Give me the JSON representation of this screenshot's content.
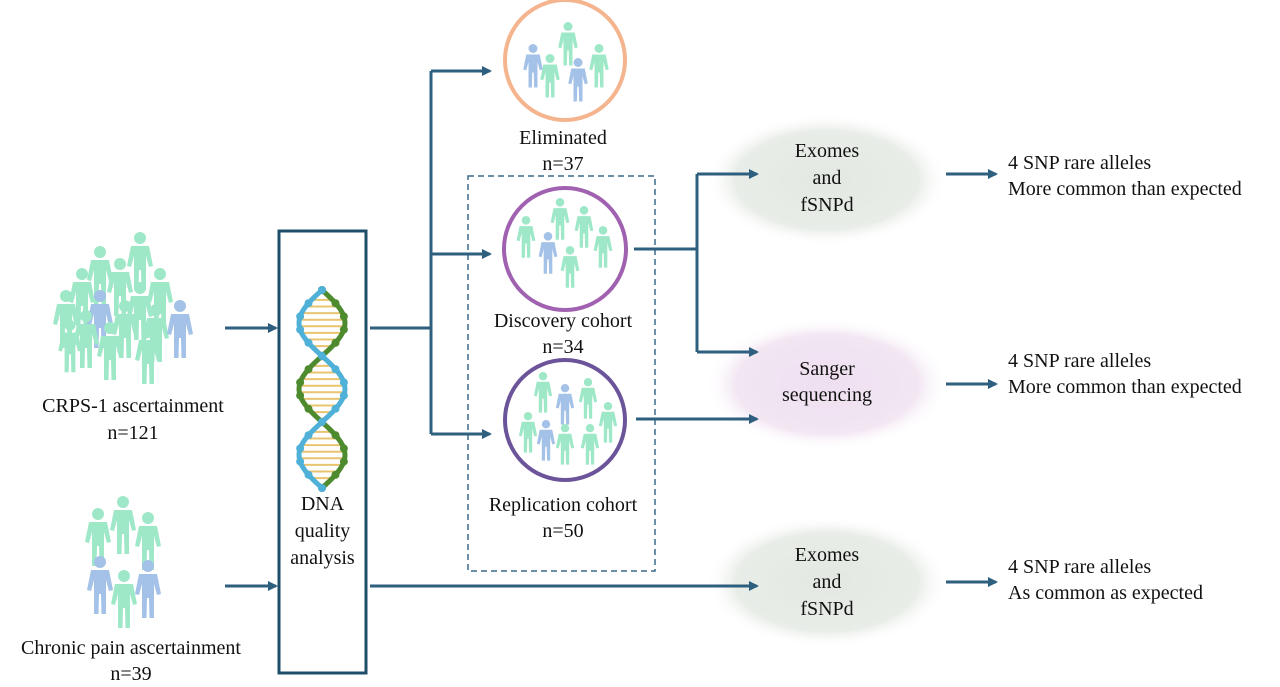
{
  "groups": {
    "crps": {
      "title": "CRPS-1 ascertainment",
      "count": "n=121"
    },
    "chronic": {
      "title": "Chronic pain ascertainment",
      "count": "n=39"
    }
  },
  "qc_box": {
    "line1": "DNA",
    "line2": "quality",
    "line3": "analysis"
  },
  "cohorts": {
    "eliminated": {
      "title": "Eliminated",
      "count": "n=37"
    },
    "discovery": {
      "title": "Discovery cohort",
      "count": "n=34"
    },
    "replication": {
      "title": "Replication cohort",
      "count": "n=50"
    }
  },
  "methods": {
    "exomes_top": {
      "line1": "Exomes",
      "line2": "and",
      "line3": "fSNPd"
    },
    "sanger": {
      "line1": "Sanger",
      "line2": "sequencing"
    },
    "exomes_bottom": {
      "line1": "Exomes",
      "line2": "and",
      "line3": "fSNPd"
    }
  },
  "results": {
    "top": {
      "line1": "4 SNP rare alleles",
      "line2": "More common than expected"
    },
    "middle": {
      "line1": "4 SNP rare alleles",
      "line2": "More common than expected"
    },
    "bottom": {
      "line1": "4 SNP rare alleles",
      "line2": "As common as expected"
    }
  },
  "colors": {
    "arrow": "#2e5f7e",
    "box_border": "#1f4e6b",
    "person_green": "#9ee8c8",
    "person_blue": "#a4c2e8",
    "eliminated_ring": "#f4b48e",
    "discovery_ring": "#a061b0",
    "replication_ring": "#6b5499",
    "exomes_fill": "#e3e8e2",
    "sanger_fill": "#eedff0",
    "dna_green": "#4e8a2e",
    "dna_blue": "#4fb0d8",
    "dna_rung": "#e8c470"
  }
}
